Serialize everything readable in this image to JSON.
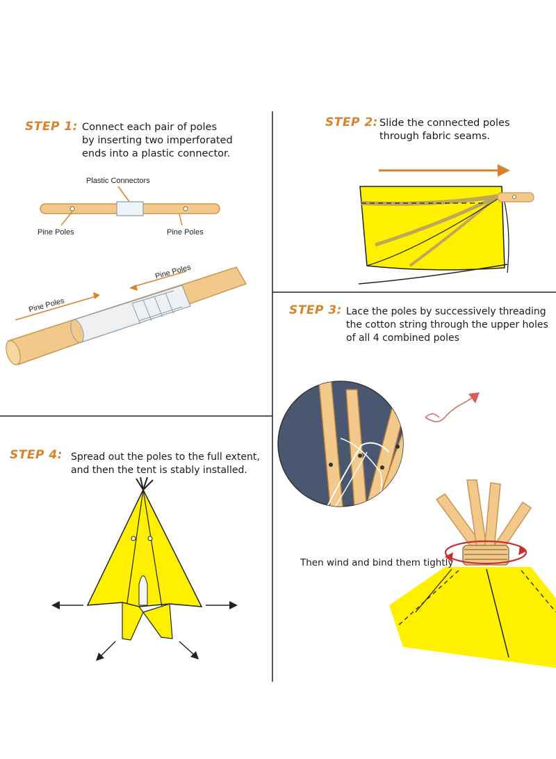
{
  "steps": [
    {
      "label": "STEP 1:",
      "lines": [
        "Connect each pair of poles",
        "by inserting two imperforated",
        "ends into a plastic connector."
      ]
    },
    {
      "label": "STEP 2:",
      "lines": [
        "Slide the connected poles",
        "through fabric seams."
      ]
    },
    {
      "label": "STEP 3:",
      "lines": [
        "Lace the poles by successively threading",
        "the cotton string through the upper holes",
        "of all 4 combined poles"
      ]
    },
    {
      "label": "STEP 4:",
      "lines": [
        "Spread out the poles to the full extent,",
        "and then the tent is stably installed."
      ]
    }
  ],
  "labels": {
    "plastic_connectors": "Plastic Connectors",
    "pine_poles_left": "Pine Poles",
    "pine_poles_right": "Pine Poles",
    "pine_poles_upper": "Pine Poles",
    "pine_poles_lower": "Pine Poles",
    "wind_bind": "Then wind and bind them tightly"
  },
  "colors": {
    "accent": "#d9822b",
    "pole": "#f2c98a",
    "pole_edge": "#c9954f",
    "fabric": "#fff000",
    "circle_bg": "#4a5770",
    "connector": "#eef3f7",
    "line": "#222222"
  }
}
